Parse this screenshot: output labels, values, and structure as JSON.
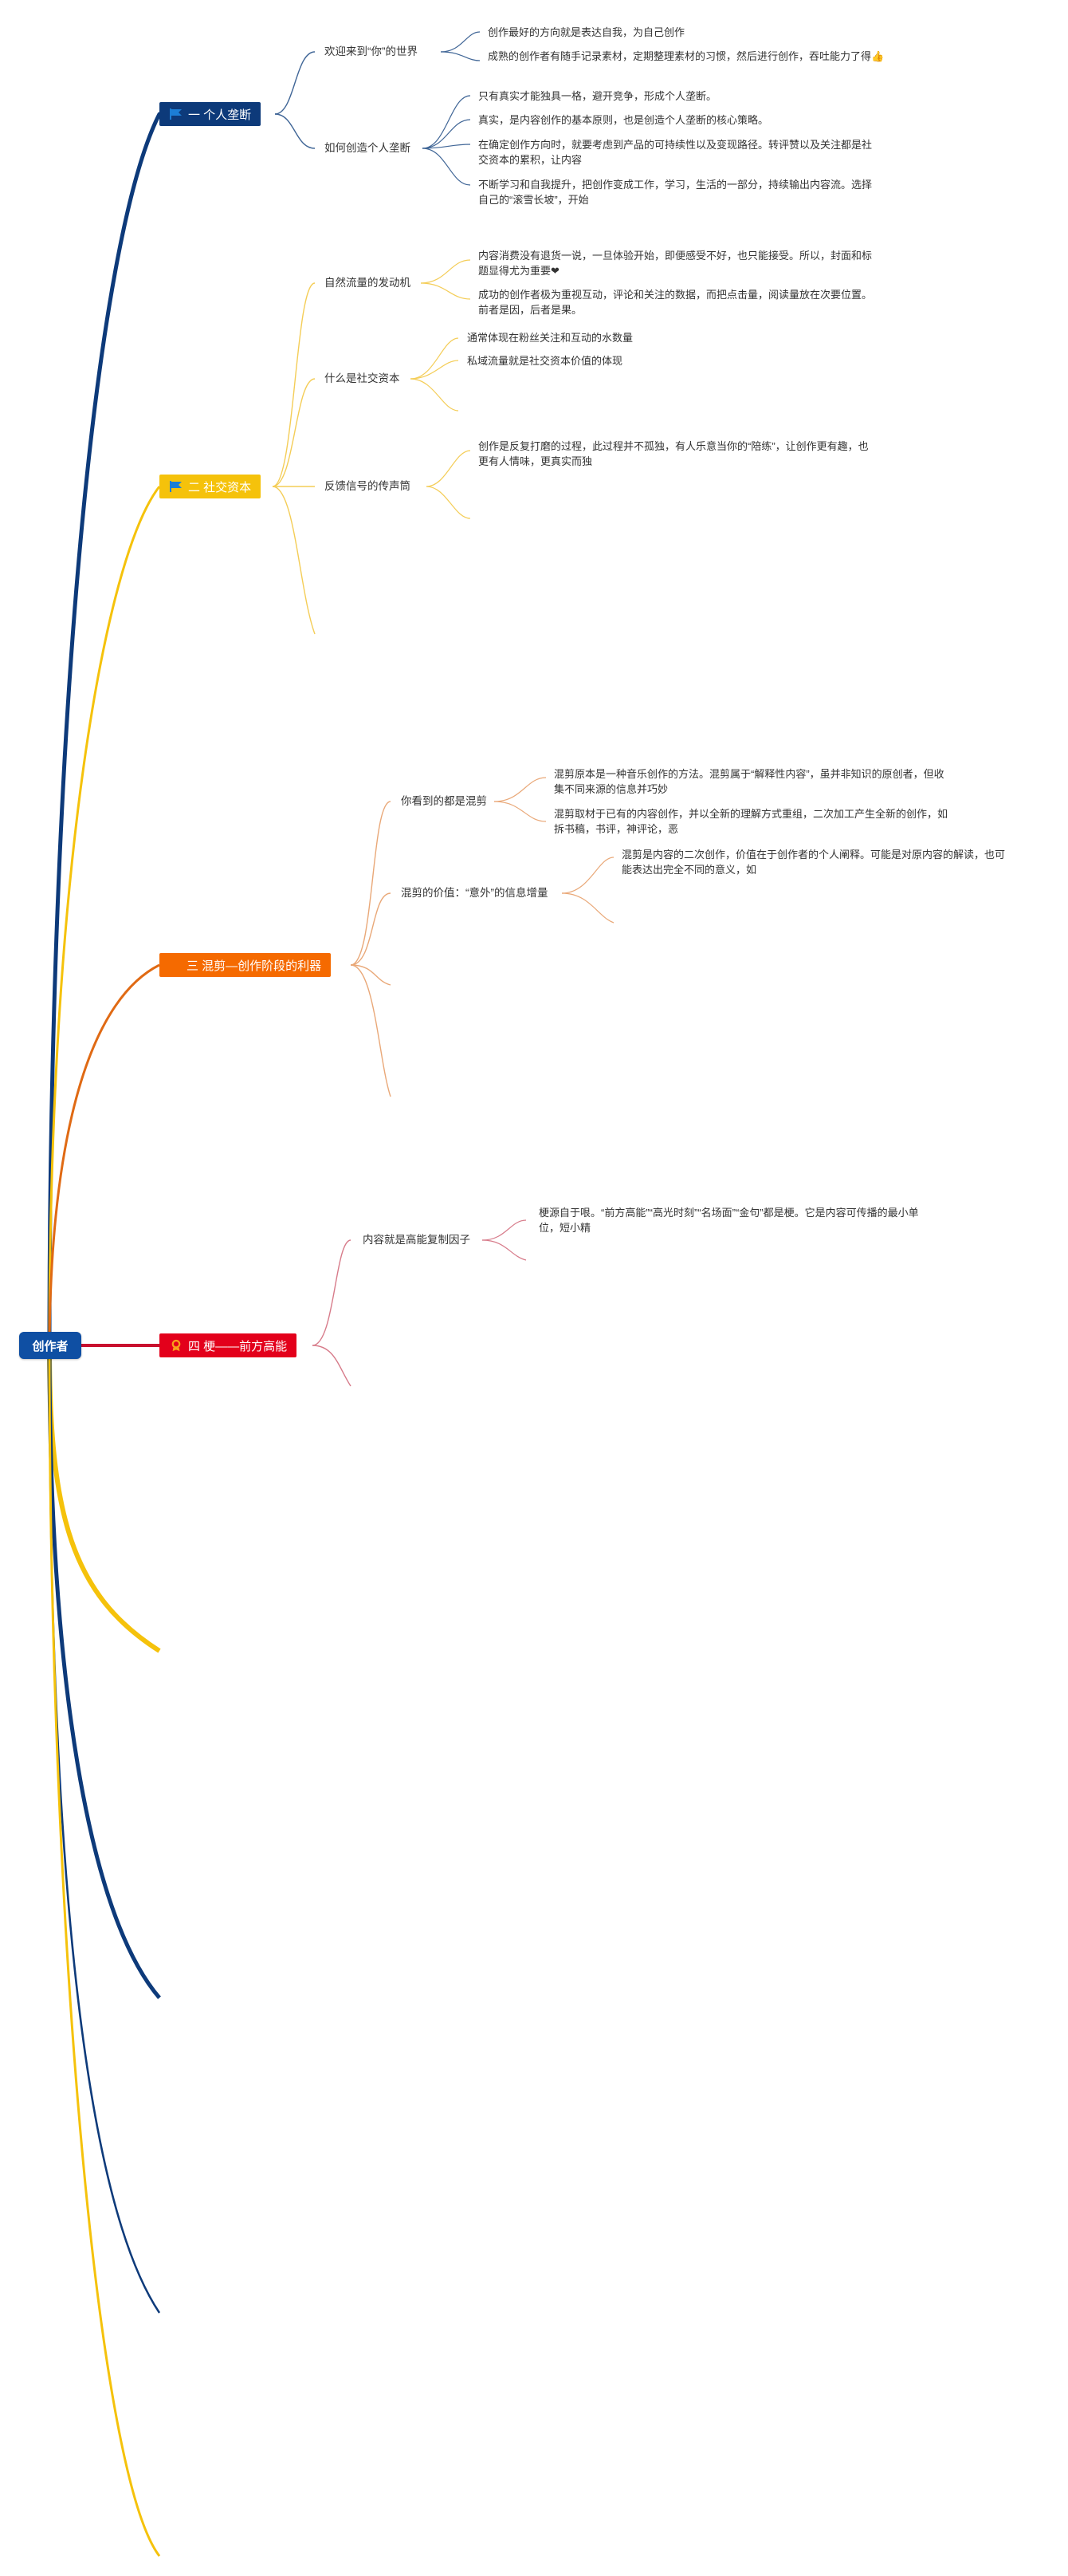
{
  "root": {
    "label": "创作者"
  },
  "branches": [
    {
      "label": "一 个人垄断",
      "color": "#0d3a7a",
      "icon": "flag-icon",
      "children": [
        {
          "label": "欢迎来到“你”的世界",
          "leaves": [
            "创作最好的方向就是表达自我，为自己创作",
            "成熟的创作者有随手记录素材，定期整理素材的习惯，然后进行创作，吞吐能力了得👍"
          ]
        },
        {
          "label": "如何创造个人垄断",
          "leaves": [
            "只有真实才能独具一格，避开竞争，形成个人垄断。",
            "真实，是内容创作的基本原则，也是创造个人垄断的核心策略。",
            "在确定创作方向时，就要考虑到产品的可持续性以及变现路径。转评赞以及关注都是社交资本的累积，让内容",
            "不断学习和自我提升，把创作变成工作，学习，生活的一部分，持续输出内容流。选择自己的“滚雪长坡”，开始"
          ]
        }
      ]
    },
    {
      "label": "二 社交资本",
      "color": "#f5c20b",
      "icon": "flag-icon",
      "children": [
        {
          "label": "自然流量的发动机",
          "leaves": [
            "内容消费没有退货一说，一旦体验开始，即便感受不好，也只能接受。所以，封面和标题显得尤为重要❤",
            "成功的创作者极为重视互动，评论和关注的数据，而把点击量，阅读量放在次要位置。前者是因，后者是果。"
          ]
        },
        {
          "label": "什么是社交资本",
          "leaves": [
            "通常体现在粉丝关注和互动的水数量",
            "私域流量就是社交资本价值的体现"
          ]
        },
        {
          "label": "反馈信号的传声筒",
          "leaves": [
            "创作是反复打磨的过程，此过程并不孤独，有人乐意当你的“陪练”，让创作更有趣，也更有人情味，更真实而独"
          ]
        }
      ]
    },
    {
      "label": "三 混剪—创作阶段的利器",
      "color": "#f56a00",
      "icon": "",
      "children": [
        {
          "label": "你看到的都是混剪",
          "leaves": [
            "混剪原本是一种音乐创作的方法。混剪属于“解释性内容”，虽并非知识的原创者，但收集不同来源的信息并巧妙",
            "混剪取材于已有的内容创作，并以全新的理解方式重组，二次加工产生全新的创作，如拆书稿，书评，神评论，恶"
          ]
        },
        {
          "label": "混剪的价值：“意外”的信息增量",
          "leaves": [
            "混剪是内容的二次创作，价值在于创作者的个人阐释。可能是对原内容的解读，也可能表达出完全不同的意义，如"
          ]
        }
      ]
    },
    {
      "label": "四 梗——前方高能",
      "color": "#e3001b",
      "icon": "badge-icon",
      "children": [
        {
          "label": "内容就是高能复制因子",
          "leaves": [
            "梗源自于哏。“前方高能”“高光时刻”“名场面”“金句”都是梗。它是内容可传播的最小单位，短小精"
          ]
        }
      ]
    }
  ]
}
